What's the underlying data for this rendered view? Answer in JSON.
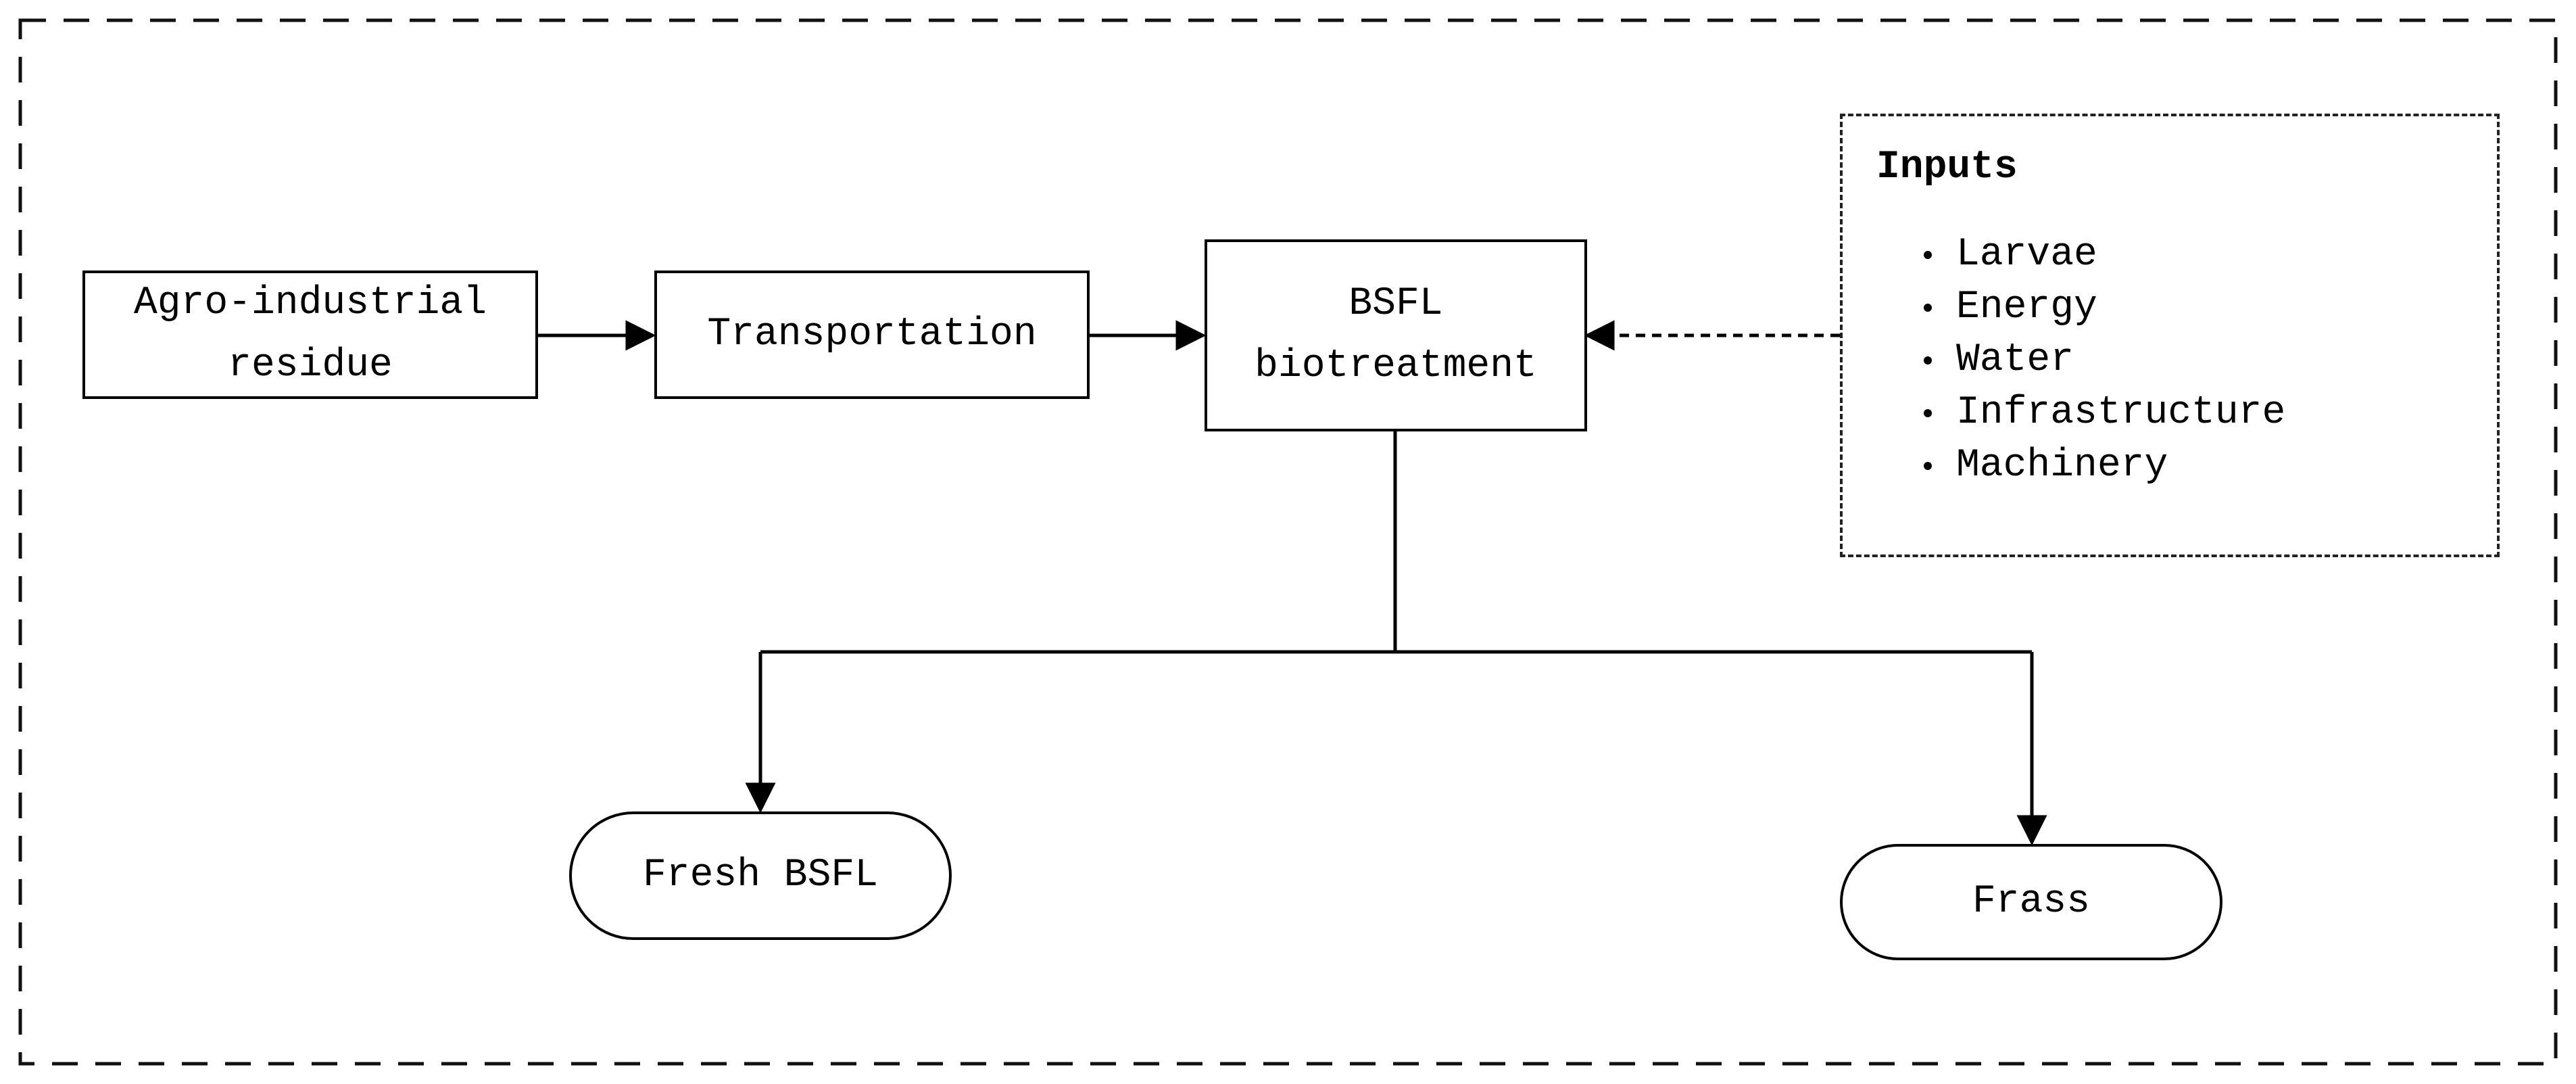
{
  "nodes": {
    "residue": {
      "line1": "Agro-industrial",
      "line2": "residue"
    },
    "transport": {
      "label": "Transportation"
    },
    "biotreatment": {
      "line1": "BSFL",
      "line2": "biotreatment"
    },
    "fresh_bsfl": {
      "label": "Fresh BSFL"
    },
    "frass": {
      "label": "Frass"
    }
  },
  "inputs": {
    "title": "Inputs",
    "items": [
      "Larvae",
      "Energy",
      "Water",
      "Infrastructure",
      "Machinery"
    ]
  }
}
